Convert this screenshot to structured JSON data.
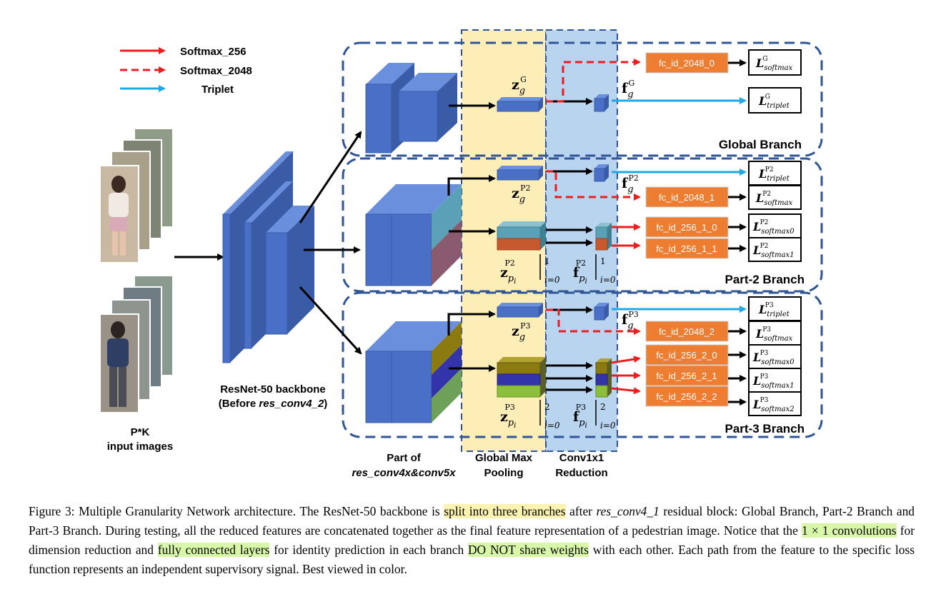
{
  "legend": [
    {
      "label": "Softmax_256",
      "color": "#ee1c1c",
      "style": "solid"
    },
    {
      "label": "Softmax_2048",
      "color": "#ee1c1c",
      "style": "dashed"
    },
    {
      "label": "Triplet",
      "color": "#1ea9e6",
      "style": "solid"
    }
  ],
  "input_label": {
    "line1": "P*K",
    "line2": "input images"
  },
  "backbone_label": {
    "line1": "ResNet-50 backbone",
    "line2_prefix": "(Before ",
    "line2_em": "res_conv4_2",
    "line2_suffix": ")"
  },
  "columns": {
    "part_of": {
      "line1": "Part of",
      "line2": "res_conv4x&conv5x"
    },
    "gmp": {
      "line1": "Global Max",
      "line2": "Pooling"
    },
    "conv": {
      "line1": "Conv1x1",
      "line2": "Reduction"
    }
  },
  "branches": {
    "global": "Global Branch",
    "part2": "Part-2 Branch",
    "part3": "Part-3 Branch"
  },
  "fc_layers": {
    "g": "fc_id_2048_0",
    "p2_global": "fc_id_2048_1",
    "p2_0": "fc_id_256_1_0",
    "p2_1": "fc_id_256_1_1",
    "p3_global": "fc_id_2048_2",
    "p3_0": "fc_id_256_2_0",
    "p3_1": "fc_id_256_2_1",
    "p3_2": "fc_id_256_2_2"
  },
  "symbols": {
    "z": "z",
    "f": "f",
    "L": "L",
    "g": "g",
    "p": "p",
    "i": "i",
    "G": "G",
    "P2": "P2",
    "P3": "P3",
    "i0": "i=0",
    "one": "1",
    "two": "2",
    "softmax": "softmax",
    "triplet": "triplet",
    "softmax0": "softmax0",
    "softmax1": "softmax1",
    "softmax2": "softmax2"
  },
  "caption": {
    "p1": "Figure 3: Multiple Granularity Network architecture. The ResNet-50 backbone is ",
    "h1": "split into three branches",
    "p2": " after ",
    "em1": "res_conv4_1",
    "p3": " residual block: Global Branch, Part-2 Branch and Part-3 Branch. During testing, all the reduced features are concatenated together as the final feature representation of a pedestrian image. Notice that the ",
    "h2": "1 × 1 convolutions",
    "p4": " for dimension reduction and ",
    "h3": "fully connected layers",
    "p5": " for identity prediction in each branch ",
    "h4": "DO NOT share weights",
    "p6": " with each other. Each path from the feature to the specific loss function represents an independent supervisory signal. Best viewed in color."
  },
  "colors": {
    "block_front": "#4a6fc7",
    "block_top": "#6a8fdc",
    "block_side": "#3a5ba6",
    "fc_fill": "#ed7d31",
    "gmp_band": "#fdeeb7",
    "conv_band": "#b8d4ef",
    "branch_border": "#2f5597",
    "red": "#ee1c1c",
    "cyan": "#1ea9e6",
    "p2_top": "#5aa0b6",
    "p2_bottom": "#c65a2e",
    "p3_top": "#8a7a10",
    "p3_mid": "#3333aa",
    "p3_bottom": "#8cbf3a",
    "caption_hl_yellow": "#fdf3b0",
    "caption_hl_green": "#d8f7a8"
  }
}
